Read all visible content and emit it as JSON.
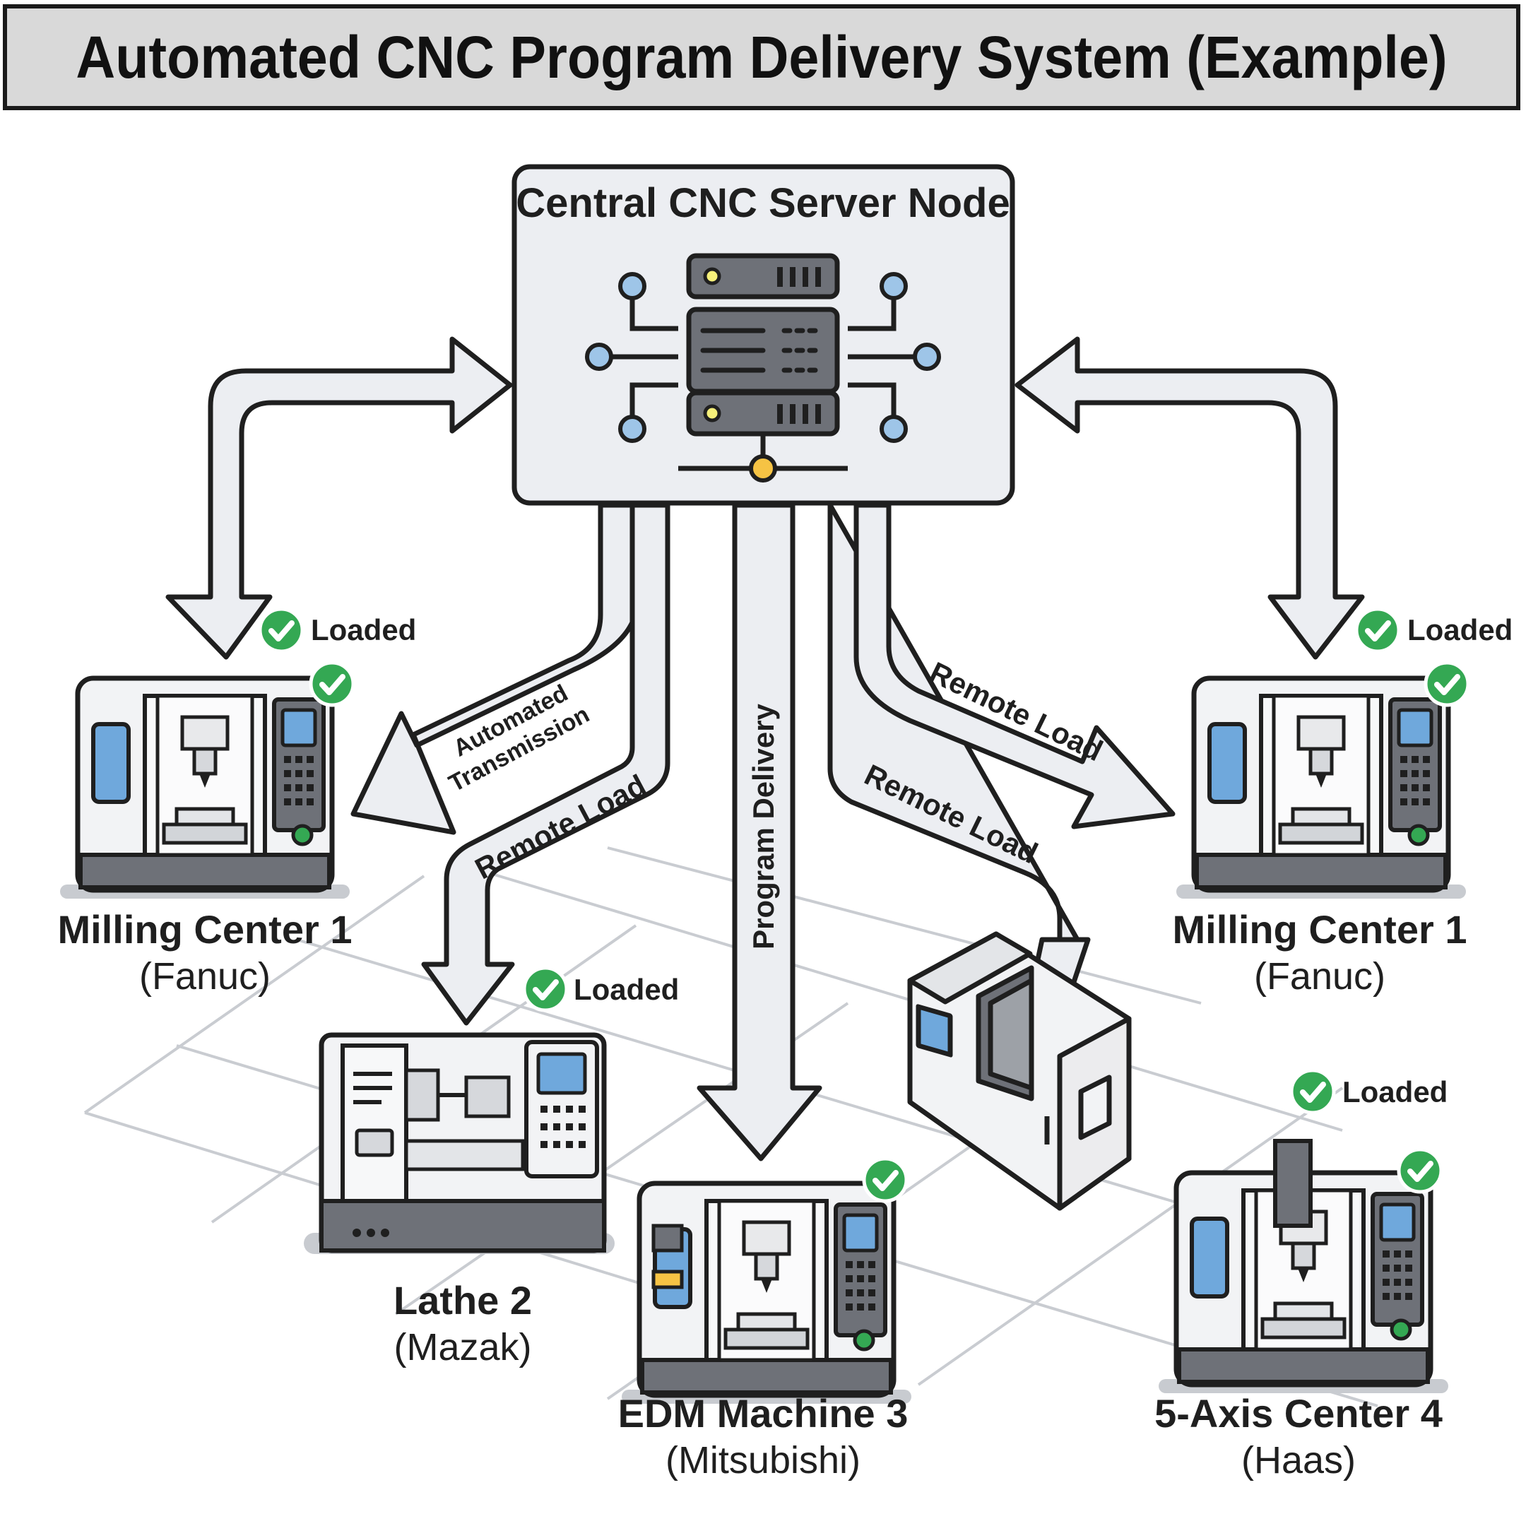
{
  "title": "Automated CNC Program Delivery System (Example)",
  "server": {
    "label": "Central CNC Server Node"
  },
  "arrows": {
    "automated_transmission_line1": "Automated",
    "automated_transmission_line2": "Transmission",
    "remote_load_left": "Remote Load",
    "program_delivery": "Program Delivery",
    "remote_load_mid": "Remote Load",
    "remote_load_right": "Remote Load"
  },
  "machines": [
    {
      "name": "Milling Center 1",
      "maker": "(Fanuc)",
      "status": "Loaded"
    },
    {
      "name": "Milling Center 1",
      "maker": "(Fanuc)",
      "status": "Loaded"
    },
    {
      "name": "Lathe 2",
      "maker": "(Mazak)",
      "status": "Loaded"
    },
    {
      "name": "EDM Machine 3",
      "maker": "(Mitsubishi)"
    },
    {
      "name": "5-Axis Center 4",
      "maker": "(Haas)",
      "status": "Loaded"
    }
  ],
  "colors": {
    "outline": "#1f1f1f",
    "panel": "#eceef2",
    "machine_body": "#f2f3f5",
    "gray_dark": "#6e7178",
    "screen_blue": "#6fa8dc",
    "check_green": "#34a853",
    "node_blue": "#9ec5e8",
    "node_yellow": "#f6c344"
  }
}
